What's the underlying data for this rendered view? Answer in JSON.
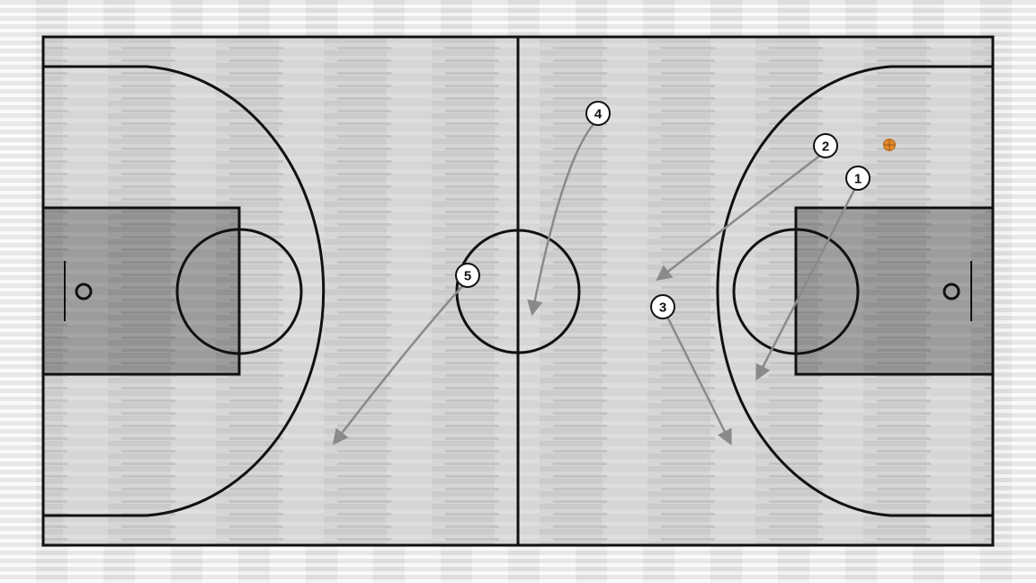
{
  "diagram": {
    "colors": {
      "floor": "#d4d4d4",
      "floor_stripe": "#c6c6c6",
      "paint": "#9a9a9a",
      "line": "#111111",
      "arrow": "#8a8a8a",
      "ball": "#e08a2c",
      "token_fill": "#ffffff"
    },
    "players": [
      {
        "number": "1"
      },
      {
        "number": "2"
      },
      {
        "number": "3"
      },
      {
        "number": "4"
      },
      {
        "number": "5"
      }
    ],
    "ball": {
      "icon": "basketball-icon"
    }
  }
}
